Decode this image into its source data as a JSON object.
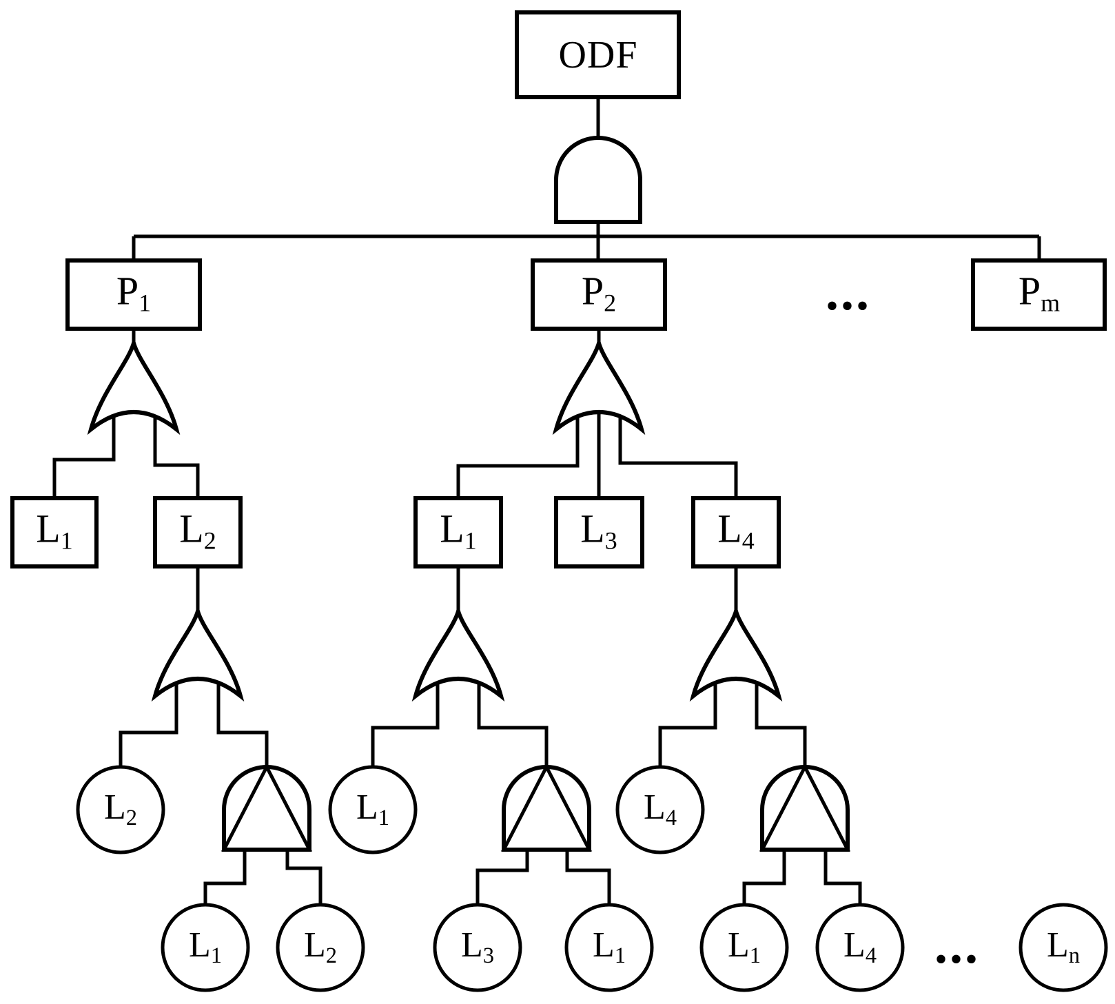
{
  "figure": {
    "type": "fault-tree",
    "root": {
      "label": "ODF"
    },
    "gates": {
      "top": "AND",
      "under_p1": "OR",
      "under_p2": "OR",
      "under_l2_left": "OR",
      "under_l1_mid": "OR",
      "under_l4_right": "OR",
      "pand_left": "PRIORITY-AND",
      "pand_mid": "PRIORITY-AND",
      "pand_right": "PRIORITY-AND"
    },
    "ellipsis": {
      "phases": "...",
      "leaves": "..."
    },
    "colors": {
      "line": "#000000",
      "background": "#ffffff"
    },
    "nodes": {
      "p1": {
        "base": "P",
        "sub": "1"
      },
      "p2": {
        "base": "P",
        "sub": "2"
      },
      "pm": {
        "base": "P",
        "sub": "m"
      },
      "box_l1_a": {
        "base": "L",
        "sub": "1"
      },
      "box_l2_a": {
        "base": "L",
        "sub": "2"
      },
      "box_l1_b": {
        "base": "L",
        "sub": "1"
      },
      "box_l3_b": {
        "base": "L",
        "sub": "3"
      },
      "box_l4_b": {
        "base": "L",
        "sub": "4"
      },
      "circ_l2_a": {
        "base": "L",
        "sub": "2"
      },
      "circ_l1_b": {
        "base": "L",
        "sub": "1"
      },
      "circ_l4_c": {
        "base": "L",
        "sub": "4"
      },
      "circ_l1_a1": {
        "base": "L",
        "sub": "1"
      },
      "circ_l2_a2": {
        "base": "L",
        "sub": "2"
      },
      "circ_l3_b1": {
        "base": "L",
        "sub": "3"
      },
      "circ_l1_b2": {
        "base": "L",
        "sub": "1"
      },
      "circ_l1_c1": {
        "base": "L",
        "sub": "1"
      },
      "circ_l4_c2": {
        "base": "L",
        "sub": "4"
      },
      "circ_ln": {
        "base": "L",
        "sub": "n"
      }
    }
  }
}
